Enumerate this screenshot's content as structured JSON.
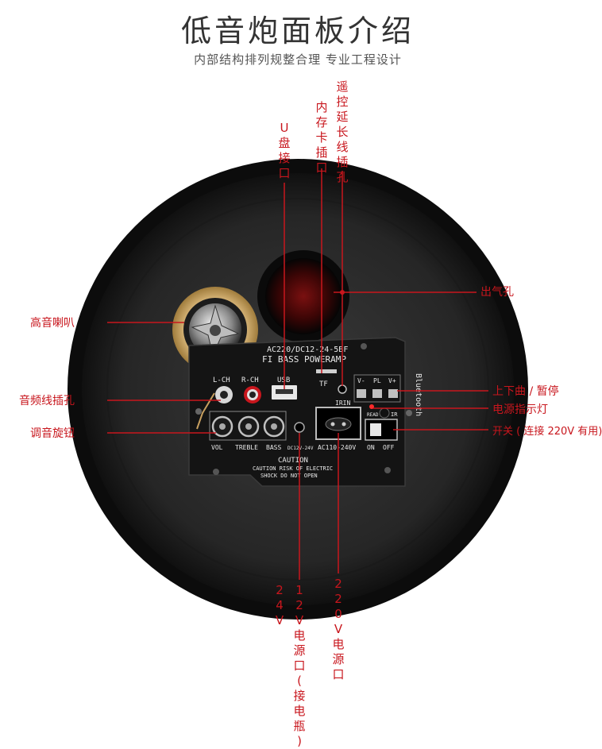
{
  "header": {
    "title": "低音炮面板介绍",
    "subtitle": "内部结构排列规整合理 专业工程设计"
  },
  "labels": {
    "usb": "U盘接口",
    "tf": "内存卡插口",
    "remote": "遥控延长线插孔",
    "vent": "出气孔",
    "tweeter": "高音喇叭",
    "audio": "音频线插孔",
    "knobs": "调音旋钮",
    "track": "上下曲 / 暂停",
    "led": "电源指示灯",
    "switch": "开关 ( 连接 220V 有用)",
    "power12": "12V 电源口 ( 接电瓶 )",
    "power24": "24V",
    "power220": "220V 电源口"
  },
  "panel": {
    "model": "AC220/DC12-24-5BF",
    "brand": "FI BASS POWERAMP",
    "lch": "L-CH",
    "rch": "R-CH",
    "usb": "USB",
    "tf": "TF",
    "irin": "IRIN",
    "vminus": "V-",
    "pl": "PL",
    "vplus": "V+",
    "read": "READ",
    "ir": "IR",
    "bluetooth": "Bluetooth",
    "vol": "VOL",
    "treble": "TREBLE",
    "bass": "BASS",
    "dc": "DC12V-24V",
    "ac": "AC110-240V",
    "caution1": "CAUTION",
    "caution2": "CAUTION RISK OF ELECTRIC",
    "caution3": "SHOCK DO NOT OPEN",
    "on": "ON",
    "off": "OFF"
  },
  "colors": {
    "accent": "#c8161d",
    "panel": "#141414",
    "enclosure": "#2a2a2a"
  }
}
